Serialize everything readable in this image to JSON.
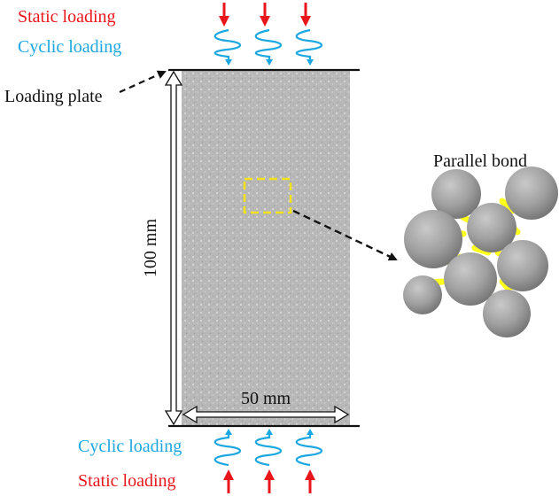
{
  "labels": {
    "static_top": "Static loading",
    "cyclic_top": "Cyclic loading",
    "loading_plate": "Loading plate",
    "height": "100 mm",
    "width": "50 mm",
    "parallel_bond": "Parallel bond",
    "cyclic_bottom": "Cyclic loading",
    "static_bottom": "Static loading"
  },
  "colors": {
    "static": "#e8161b",
    "cyclic": "#1ba7e0",
    "bond": "#ffff1e",
    "sample": "#b6b6b6",
    "particle": "#9a9a9a",
    "highlight": "#f2e21a"
  },
  "icons": {
    "static_arrow": "down-arrow-icon",
    "cyclic_wave": "spring-wave-icon"
  }
}
